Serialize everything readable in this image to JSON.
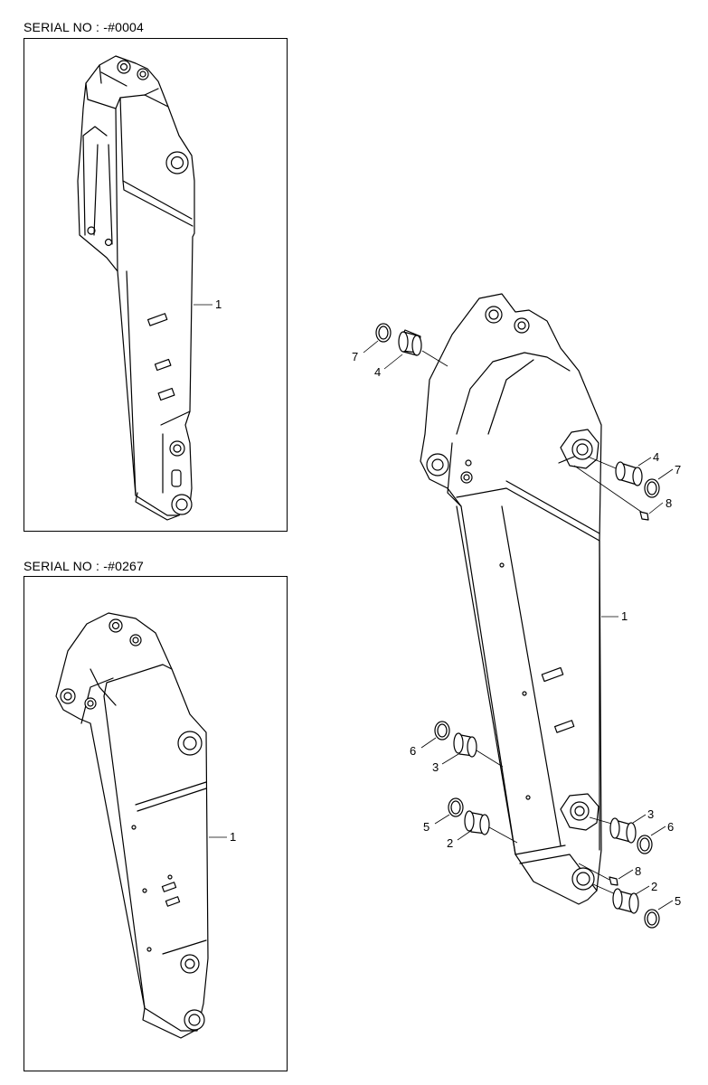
{
  "panels": {
    "top": {
      "serial_label": "SERIAL NO : -#0004",
      "part_label": "1"
    },
    "bottom": {
      "serial_label": "SERIAL NO : -#0267",
      "part_label": "1"
    }
  },
  "main": {
    "labels": {
      "arm": "1",
      "bush_upper_right_num": "4",
      "ring_upper_right_num": "7",
      "pin_upper_right_num": "8",
      "ring_upper_left_num": "7",
      "bush_upper_left_num": "4",
      "ring_mid_left_num": "6",
      "bush_mid_left_num": "3",
      "ring_low_left_num": "5",
      "bush_low_left_num": "2",
      "bush_mid_right_num": "3",
      "ring_mid_right_num": "6",
      "pin_low_right_num": "8",
      "bush_low_right_num": "2",
      "ring_low_right_num": "5"
    }
  },
  "icons": {
    "arm": "excavator-arm-drawing",
    "bushing": "cylindrical-bushing",
    "ring": "snap-ring",
    "pin": "grease-pin"
  }
}
